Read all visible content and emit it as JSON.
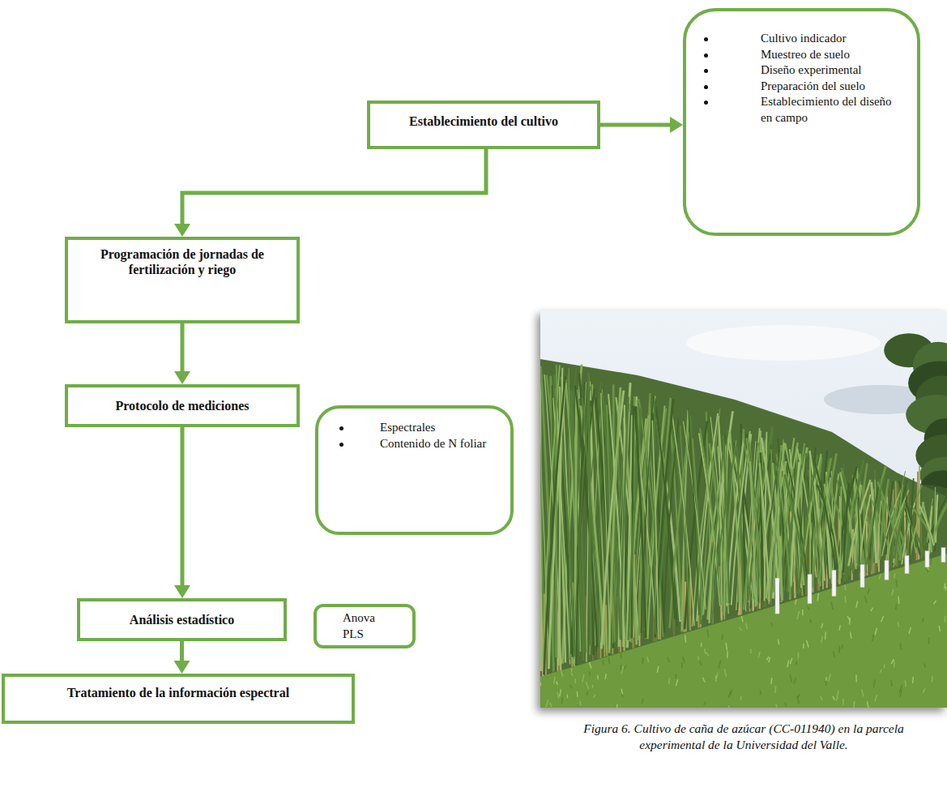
{
  "diagram": {
    "caption": "Figura 6. Cultivo de caña de azúcar (CC-011940) en la parcela experimental de la Universidad del Valle.",
    "nodes": [
      {
        "text": [
          "Establecimiento del cultivo"
        ]
      },
      {
        "text": [
          "Cultivo indicador",
          "Muestreo de suelo",
          "Diseño experimental",
          "Preparación del suelo",
          "Establecimiento del diseño en campo"
        ]
      },
      {
        "text": [
          "Programación de jornadas de fertilización y riego"
        ]
      },
      {
        "text": [
          "Protocolo de mediciones"
        ]
      },
      {
        "text": [
          "Espectrales",
          "Contenido de N foliar"
        ]
      },
      {
        "text": [
          "Análisis estadístico"
        ]
      },
      {
        "text": [
          "Anova PLS"
        ]
      },
      {
        "text": [
          "Tratamiento de la información espectral"
        ]
      }
    ],
    "edges": [
      {
        "from": 0,
        "to": 1,
        "arrow": "to"
      },
      {
        "from": 0,
        "to": 2,
        "arrow": "to"
      },
      {
        "from": 2,
        "to": 3,
        "arrow": "to"
      },
      {
        "from": 3,
        "to": 5,
        "arrow": "to"
      },
      {
        "from": 5,
        "to": 7,
        "arrow": "to"
      }
    ]
  }
}
